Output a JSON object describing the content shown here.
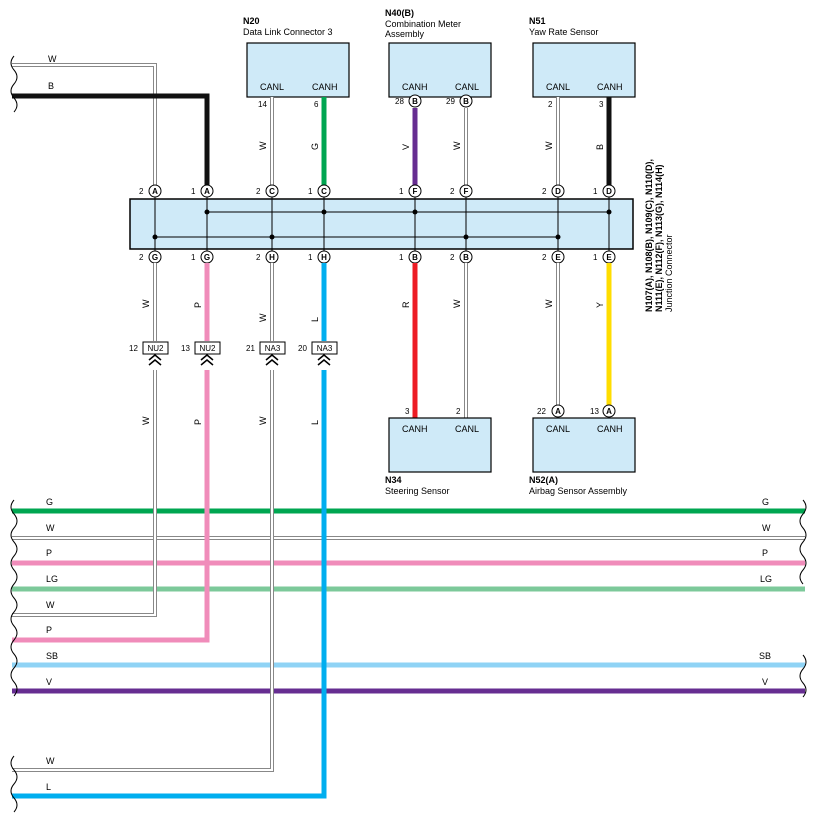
{
  "colors": {
    "W": "#ffffff",
    "B": "#111111",
    "G": "#00a651",
    "V": "#662d91",
    "R": "#ed1c24",
    "P": "#f08cba",
    "L": "#00aeef",
    "Y": "#ffdd00",
    "LG": "#7cc99a",
    "SB": "#8fd3f5",
    "box_fill": "#cfeaf8"
  },
  "components": {
    "n20": {
      "code": "N20",
      "name": "Data Link Connector 3",
      "left_terminal": "CANL",
      "right_terminal": "CANH"
    },
    "n40": {
      "code": "N40(B)",
      "name_line1": "Combination Meter",
      "name_line2": "Assembly",
      "left_terminal": "CANH",
      "right_terminal": "CANL"
    },
    "n51": {
      "code": "N51",
      "name": "Yaw Rate Sensor",
      "left_terminal": "CANL",
      "right_terminal": "CANH"
    },
    "n34": {
      "code": "N34",
      "name": "Steering Sensor",
      "left_terminal": "CANH",
      "right_terminal": "CANL"
    },
    "n52": {
      "code": "N52(A)",
      "name": "Airbag Sensor Assembly",
      "left_terminal": "CANL",
      "right_terminal": "CANH"
    }
  },
  "junction_connector": {
    "codes_line1": "N107(A), N108(B), N109(C), N110(D),",
    "codes_line2": "N111(E), N112(F), N113(G), N114(H)",
    "name": "Junction Connector"
  },
  "wires": [
    {
      "id": "w-left-w-top",
      "color": "W",
      "label": "W",
      "top_pin": "2",
      "top_letter": "A",
      "bottom_pin": "2",
      "bottom_letter": "G",
      "lower_connector_pin": "12",
      "lower_connector": "NU2",
      "seg_label_upper": "W",
      "seg_label_lower": "W",
      "end_label": "W"
    },
    {
      "id": "w-left-b-top",
      "color": "B",
      "label": "B",
      "top_pin": "1",
      "top_letter": "A",
      "bottom_pin": "1",
      "bottom_letter": "G",
      "lower_connector_pin": "13",
      "lower_connector": "NU2",
      "seg_label_upper": "P",
      "seg_label_lower": "P",
      "end_label": "P"
    },
    {
      "id": "w-n20-canl",
      "color": "W",
      "component_pin": "14",
      "seg_label": "W",
      "top_pin": "2",
      "top_letter": "C",
      "bottom_pin": "2",
      "bottom_letter": "H",
      "lower_connector_pin": "21",
      "lower_connector": "NA3",
      "seg_label_upper": "W",
      "seg_label_lower": "W",
      "end_label": "W"
    },
    {
      "id": "w-n20-canh",
      "color": "G",
      "component_pin": "6",
      "seg_label": "G",
      "top_pin": "1",
      "top_letter": "C",
      "bottom_pin": "1",
      "bottom_letter": "H",
      "lower_connector_pin": "20",
      "lower_connector": "NA3",
      "seg_label_upper": "L",
      "seg_label_lower": "L",
      "end_label": "L"
    },
    {
      "id": "w-n40-canh",
      "color": "V",
      "component_pin": "28",
      "component_letter": "B",
      "seg_label": "V",
      "top_pin": "1",
      "top_letter": "F",
      "bottom_pin": "1",
      "bottom_letter": "B",
      "n34_pin": "3",
      "seg_label_lower": "R"
    },
    {
      "id": "w-n40-canl",
      "color": "W",
      "component_pin": "29",
      "component_letter": "B",
      "seg_label": "W",
      "top_pin": "2",
      "top_letter": "F",
      "bottom_pin": "2",
      "bottom_letter": "B",
      "n34_pin": "2",
      "seg_label_lower": "W"
    },
    {
      "id": "w-n51-canl",
      "color": "W",
      "component_pin": "2",
      "seg_label": "W",
      "top_pin": "2",
      "top_letter": "D",
      "bottom_pin": "2",
      "bottom_letter": "E",
      "n52_pin": "22",
      "n52_letter": "A",
      "seg_label_lower": "W"
    },
    {
      "id": "w-n51-canh",
      "color": "B",
      "component_pin": "3",
      "seg_label": "B",
      "top_pin": "1",
      "top_letter": "D",
      "bottom_pin": "1",
      "bottom_letter": "E",
      "n52_pin": "13",
      "n52_letter": "A",
      "seg_label_lower": "Y"
    }
  ],
  "bus_lines": [
    {
      "color": "G",
      "label": "G"
    },
    {
      "color": "W",
      "label": "W"
    },
    {
      "color": "P",
      "label": "P"
    },
    {
      "color": "LG",
      "label": "LG"
    }
  ],
  "bus_lines_lower": [
    {
      "color": "SB",
      "label": "SB"
    },
    {
      "color": "V",
      "label": "V"
    }
  ],
  "left_stubs": [
    {
      "label": "W"
    },
    {
      "label": "P"
    },
    {
      "label": "W"
    },
    {
      "label": "L"
    }
  ]
}
